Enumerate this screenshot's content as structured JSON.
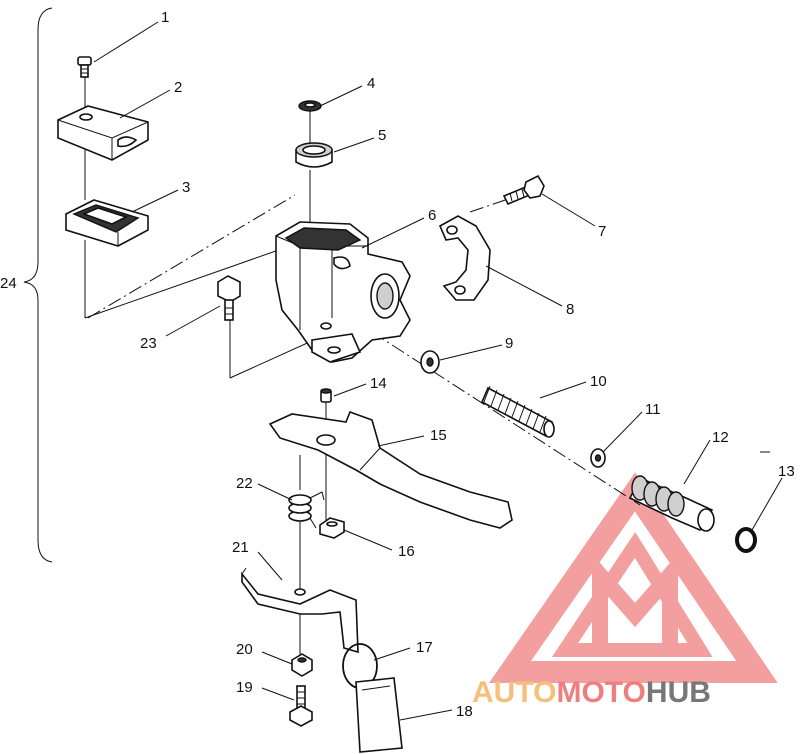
{
  "diagram": {
    "bracket_label": "24",
    "callouts": [
      "1",
      "2",
      "3",
      "4",
      "5",
      "6",
      "7",
      "8",
      "9",
      "10",
      "11",
      "12",
      "13",
      "14",
      "15",
      "16",
      "17",
      "18",
      "19",
      "20",
      "21",
      "22",
      "23"
    ]
  },
  "watermark": {
    "brand_part1": "AUTO",
    "brand_part2": "MOTO",
    "brand_part3": "HUB",
    "color_primary": "#ef7f7f",
    "color_secondary": "#f6c07a",
    "color_dark": "#777777"
  }
}
